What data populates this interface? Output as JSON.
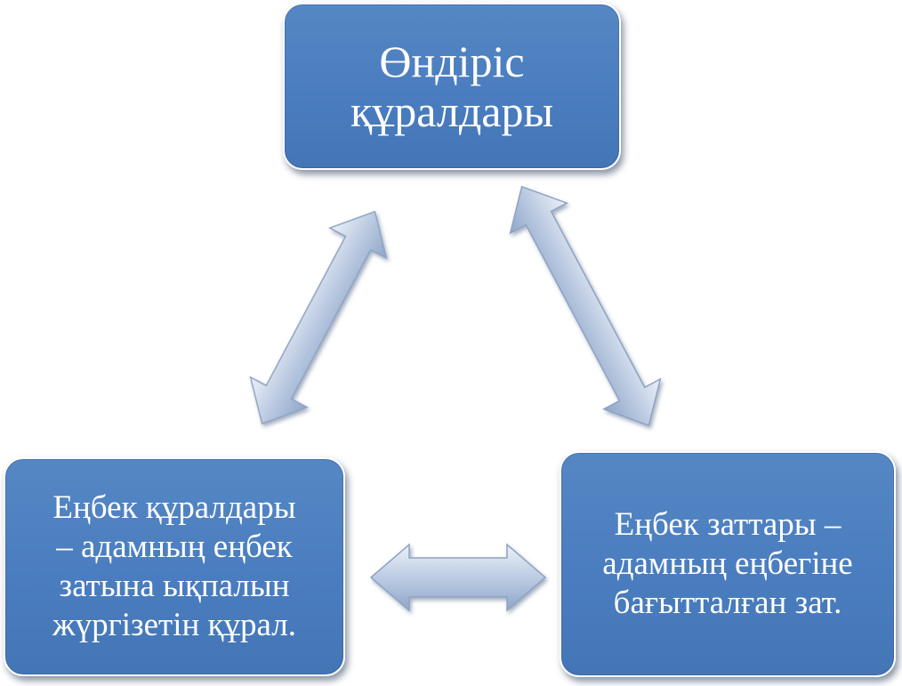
{
  "nodes": {
    "top": {
      "text": "Өндіріс\nқұралдары"
    },
    "left": {
      "text": "Еңбек құралдары\n– адамның еңбек\nзатына ықпалын\nжүргізетін құрал."
    },
    "right": {
      "text": "Еңбек заттары –\nадамның еңбегіне\nбағытталған зат."
    }
  },
  "colors": {
    "node_fill": "#4a7dbf",
    "node_border": "#ffffff",
    "arrow_fill_light": "#dfe7f2",
    "arrow_fill_dark": "#9fb4d3"
  }
}
